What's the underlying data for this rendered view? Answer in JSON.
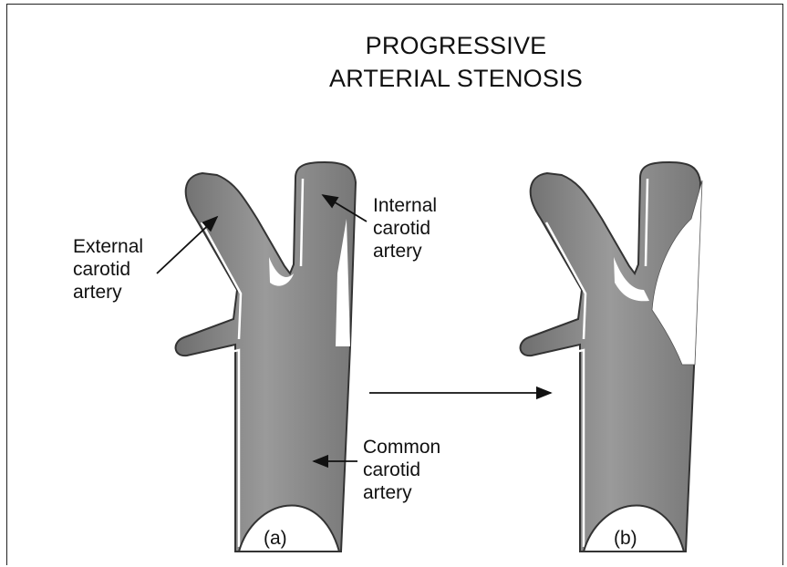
{
  "title": {
    "line1": "PROGRESSIVE",
    "line2": "ARTERIAL STENOSIS"
  },
  "labels": {
    "external": [
      "External",
      "carotid",
      "artery"
    ],
    "internal": [
      "Internal",
      "carotid",
      "artery"
    ],
    "common": [
      "Common",
      "carotid",
      "artery"
    ]
  },
  "panels": [
    "(a)",
    "(b)"
  ],
  "colors": {
    "vessel_fill": "#8c8c8c",
    "vessel_outline": "#333333",
    "plaque": "#ffffff",
    "text": "#111111"
  }
}
